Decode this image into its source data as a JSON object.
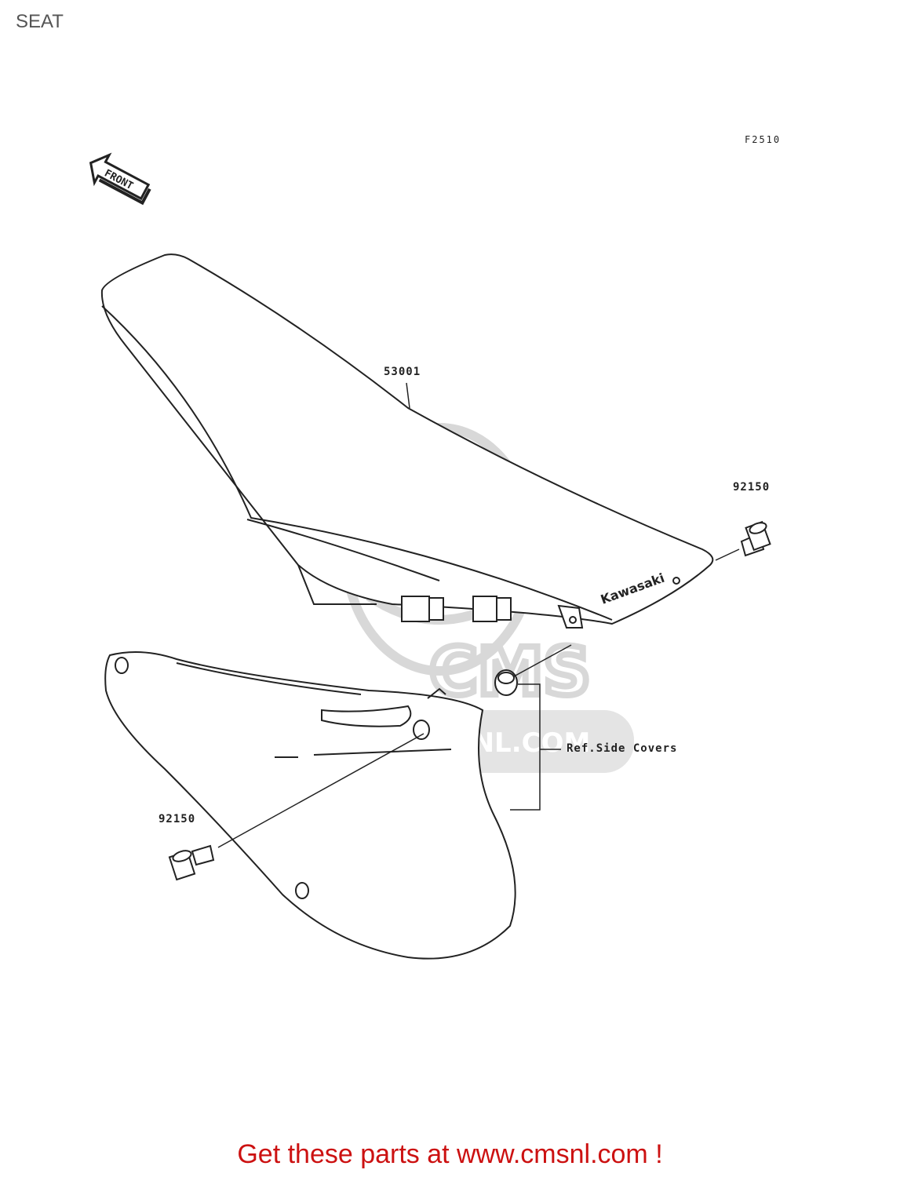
{
  "header": {
    "title": "SEAT"
  },
  "figure": {
    "code": "F2510",
    "front_arrow_text": "FRONT",
    "parts": [
      {
        "id": "seat",
        "number": "53001"
      },
      {
        "id": "bolt-rear",
        "number": "92150"
      },
      {
        "id": "bolt-front",
        "number": "92150"
      }
    ],
    "reference_label": "Ref.Side Covers",
    "seat_logo_text": "Kawasaki",
    "watermark_text": "WWW.CMSNL.COM"
  },
  "footer": {
    "promo_text": "Get these parts at www.cmsnl.com !"
  },
  "colors": {
    "promo": "#cc1111",
    "line": "#222222",
    "watermark": "#d4d4d4"
  }
}
